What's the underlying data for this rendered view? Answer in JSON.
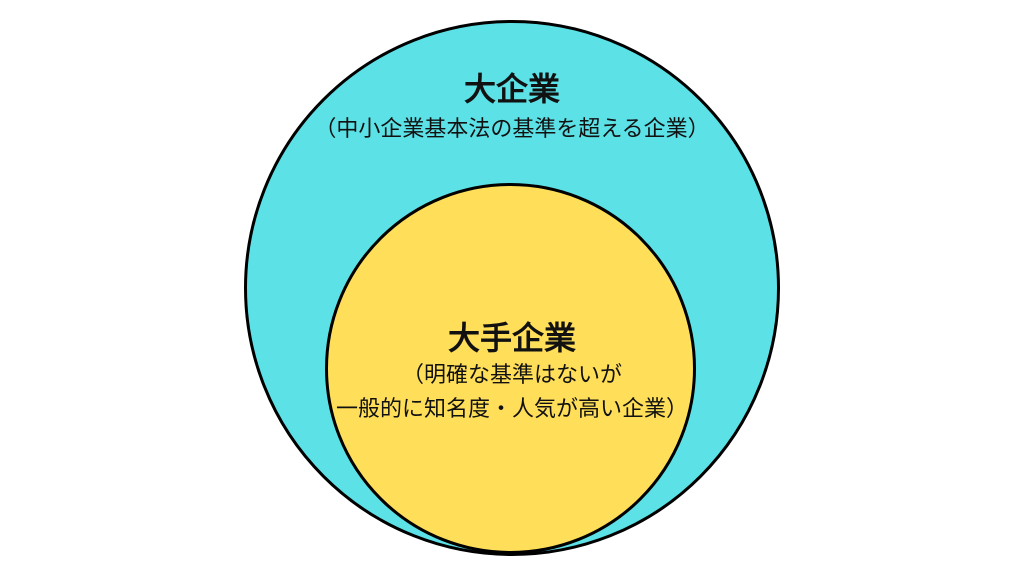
{
  "colors": {
    "outer_fill": "#5ce1e6",
    "inner_fill": "#ffde59",
    "stroke": "#000000",
    "background": "#ffffff"
  },
  "outer": {
    "title": "大企業",
    "subtitle": "（中小企業基本法の基準を超える企業）"
  },
  "inner": {
    "title": "大手企業",
    "subtitle_line1": "（明確な基準はないが",
    "subtitle_line2": "一般的に知名度・人気が高い企業）"
  }
}
